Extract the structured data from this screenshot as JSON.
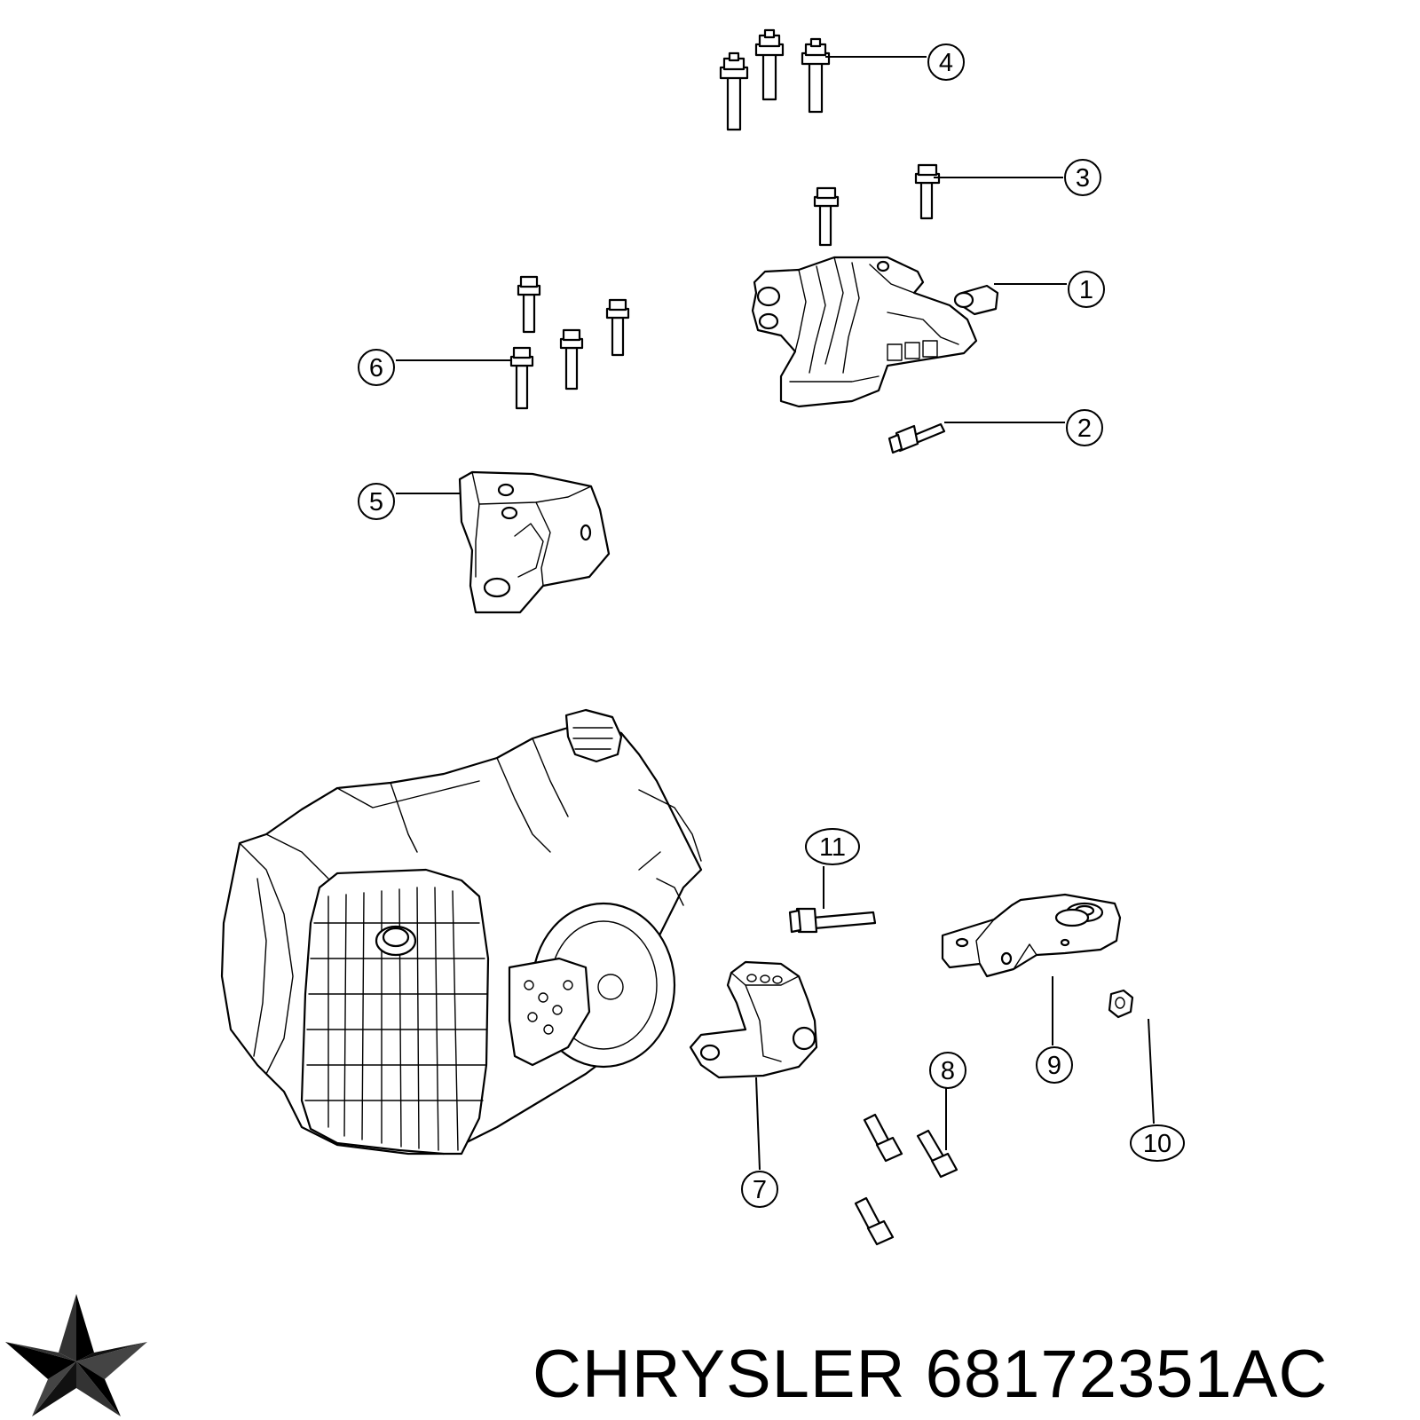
{
  "callouts": [
    {
      "id": "1",
      "label": "1"
    },
    {
      "id": "2",
      "label": "2"
    },
    {
      "id": "3",
      "label": "3"
    },
    {
      "id": "4",
      "label": "4"
    },
    {
      "id": "5",
      "label": "5"
    },
    {
      "id": "6",
      "label": "6"
    },
    {
      "id": "7",
      "label": "7"
    },
    {
      "id": "8",
      "label": "8"
    },
    {
      "id": "9",
      "label": "9"
    },
    {
      "id": "10",
      "label": "10"
    },
    {
      "id": "11",
      "label": "11"
    }
  ],
  "caption": {
    "brand": "CHRYSLER",
    "part_number": "68172351AC"
  },
  "logo": {
    "icon": "chrysler-pentastar-icon"
  }
}
